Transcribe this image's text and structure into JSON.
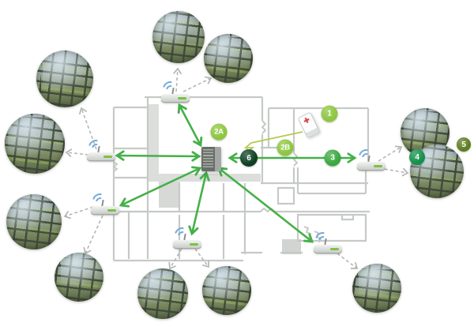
{
  "diagram": {
    "description_visible_text_only": true,
    "badges": [
      {
        "label": "1",
        "color": "#8dc63f"
      },
      {
        "label": "2A",
        "color": "#8dc63f"
      },
      {
        "label": "2B",
        "color": "#8dc63f"
      },
      {
        "label": "3",
        "color": "#3aa83f"
      },
      {
        "label": "4",
        "color": "#12914a"
      },
      {
        "label": "5",
        "color": "#5e7d20"
      },
      {
        "label": "6",
        "color": "#0d4023"
      }
    ],
    "icons": {
      "server": "server-tower-icon",
      "access_point": "wifi-router-icon",
      "alarm": "red-cross-pendant-icon",
      "photo": "building-facade-photo",
      "wifi": "wifi-waves-icon"
    },
    "counts": {
      "access_points": 6,
      "building_photos": 11
    },
    "colors": {
      "arrow_green": "#45b049",
      "alarm_line_olive": "#b6ca55",
      "dashed_gray": "#b3b8b3",
      "wall_gray": "#c6cac6",
      "wifi_blue": "#74a9d8",
      "led_green": "#7cc143"
    }
  }
}
